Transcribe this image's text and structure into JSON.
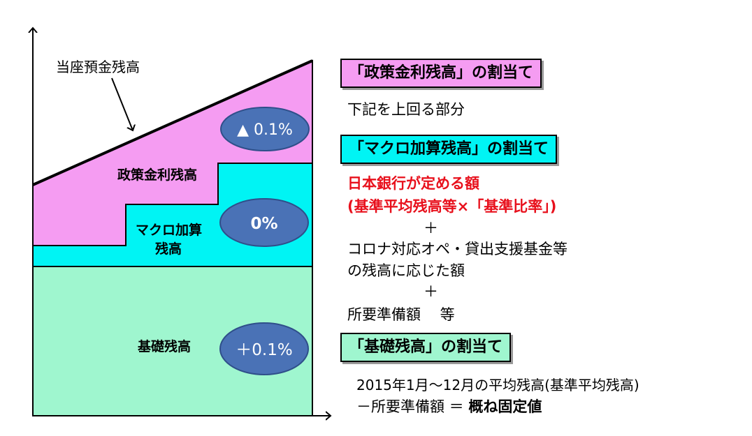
{
  "diagram": {
    "current_account_label": "当座預金残高",
    "tiers": {
      "policy": {
        "label": "政策金利残高",
        "rate": "▲ 0.1%"
      },
      "macro": {
        "label_line1": "マクロ加算",
        "label_line2": "残高",
        "rate": "0%"
      },
      "basic": {
        "label": "基礎残高",
        "rate": "＋0.1%"
      }
    }
  },
  "right": {
    "policy_header": "「政策金利残高」の割当て",
    "policy_desc": "下記を上回る部分",
    "macro_header": "「マクロ加算残高」の割当て",
    "macro_red_line1": "日本銀行が定める額",
    "macro_red_line2": "(基準平均残高等×「基準比率」)",
    "plus1": "＋",
    "macro_line3": "コロナ対応オペ・貸出支援基金等",
    "macro_line4": "の残高に応じた額",
    "plus2": "＋",
    "macro_line5": "所要準備額　 等",
    "basic_header": "「基礎残高」の割当て",
    "basic_line1": "2015年1月～12月の平均残高(基準平均残高)",
    "basic_line2_prefix": "－所要準備額 ＝ ",
    "basic_line2_bold": "概ね固定値"
  },
  "colors": {
    "policy": "#f59cf2",
    "macro": "#00f4f4",
    "basic": "#9ff6cf",
    "oval": "#4a72b6",
    "red": "#e8101c"
  }
}
